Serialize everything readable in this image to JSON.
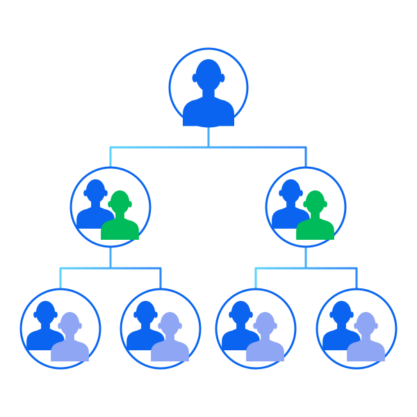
{
  "diagram": {
    "type": "org-chart-hierarchy",
    "colors": {
      "circle_stroke": "#0a66f0",
      "connector_start": "#5cd3fb",
      "connector_end": "#2f86f5",
      "person_primary": "#0a64f0",
      "person_manager_partner": "#00bb5a",
      "person_team_partner": "#8fa6f5"
    },
    "levels": [
      {
        "name": "leader",
        "nodes": [
          {
            "id": "root",
            "icon": "single-person"
          }
        ]
      },
      {
        "name": "managers",
        "nodes": [
          {
            "id": "manager-left",
            "icon": "two-persons",
            "parent": "root",
            "accent": "green"
          },
          {
            "id": "manager-right",
            "icon": "two-persons",
            "parent": "root",
            "accent": "green"
          }
        ]
      },
      {
        "name": "teams",
        "nodes": [
          {
            "id": "team-1",
            "icon": "two-persons",
            "parent": "manager-left",
            "accent": "lavender"
          },
          {
            "id": "team-2",
            "icon": "two-persons",
            "parent": "manager-left",
            "accent": "lavender"
          },
          {
            "id": "team-3",
            "icon": "two-persons",
            "parent": "manager-right",
            "accent": "lavender"
          },
          {
            "id": "team-4",
            "icon": "two-persons",
            "parent": "manager-right",
            "accent": "lavender"
          }
        ]
      }
    ]
  }
}
